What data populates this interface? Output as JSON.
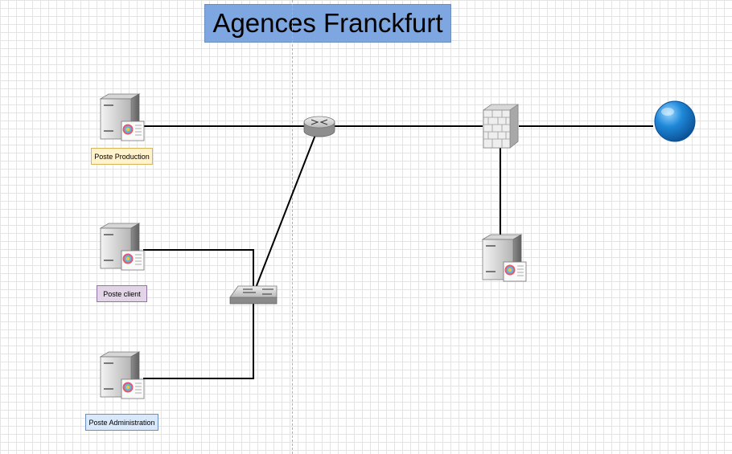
{
  "diagram": {
    "title": "Agences Franckfurt",
    "labels": {
      "poste_production": "Poste Production",
      "poste_client": "Poste client",
      "poste_administration": "Poste Administration"
    },
    "colors": {
      "title_fill": "#7ea6e0",
      "production_fill": "#fff2cc",
      "client_fill": "#e1d5e7",
      "administration_fill": "#dae8fc",
      "globe": "#1e88d8"
    },
    "icons": [
      "server-icon",
      "router-icon",
      "switch-icon",
      "firewall-icon",
      "globe-icon"
    ]
  }
}
